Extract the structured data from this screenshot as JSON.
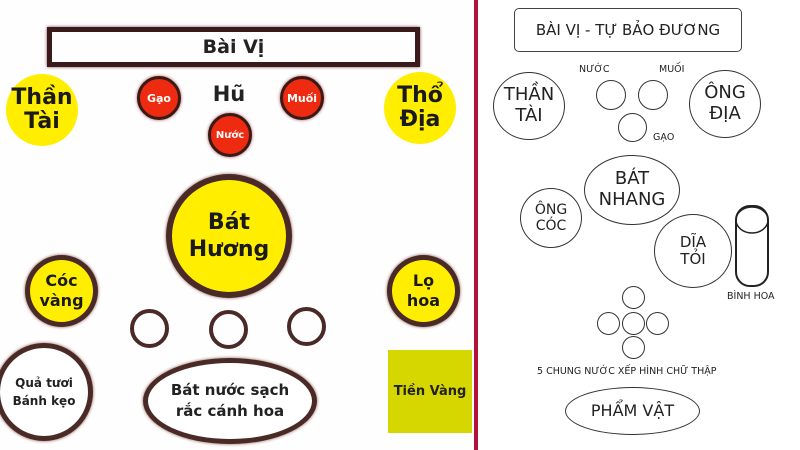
{
  "left": {
    "title": "Bài Vị",
    "than_tai": [
      "Thần",
      "Tài"
    ],
    "tho_dia": [
      "Thổ",
      "Địa"
    ],
    "hu": "Hũ",
    "gao": "Gạo",
    "muoi": "Muối",
    "nuoc": "Nước",
    "bat_huong": [
      "Bát",
      "Hương"
    ],
    "coc_vang": [
      "Cóc",
      "vàng"
    ],
    "lo_hoa": [
      "Lọ",
      "hoa"
    ],
    "qua_tuoi": [
      "Quả tươi",
      "Bánh kẹo"
    ],
    "bat_nuoc": [
      "Bát nước sạch",
      "rắc cánh hoa"
    ],
    "tien_vang": "Tiền Vàng",
    "colors": {
      "yellow": "#ffee00",
      "red": "#ee2a10",
      "ring": "#4a2a26",
      "tien_vang": "#d6d600"
    }
  },
  "right": {
    "title": "BÀI VỊ - TỰ BẢO ĐƯƠNG",
    "than_tai": [
      "THẦN",
      "TÀI"
    ],
    "ong_dia": [
      "ÔNG",
      "ĐỊA"
    ],
    "nuoc": "NƯỚC",
    "muoi": "MUỐI",
    "gao": "GẠO",
    "bat_nhang": [
      "BÁT",
      "NHANG"
    ],
    "ong_coc": [
      "ÔNG",
      "CÓC"
    ],
    "dia_toi": [
      "DĨA",
      "TỎI"
    ],
    "binh_hoa": "BÌNH HOA",
    "chung_nuoc": "5 CHUNG NƯỚC XẾP HÌNH CHỮ THẬP",
    "pham_vat": "PHẨM VẬT"
  }
}
